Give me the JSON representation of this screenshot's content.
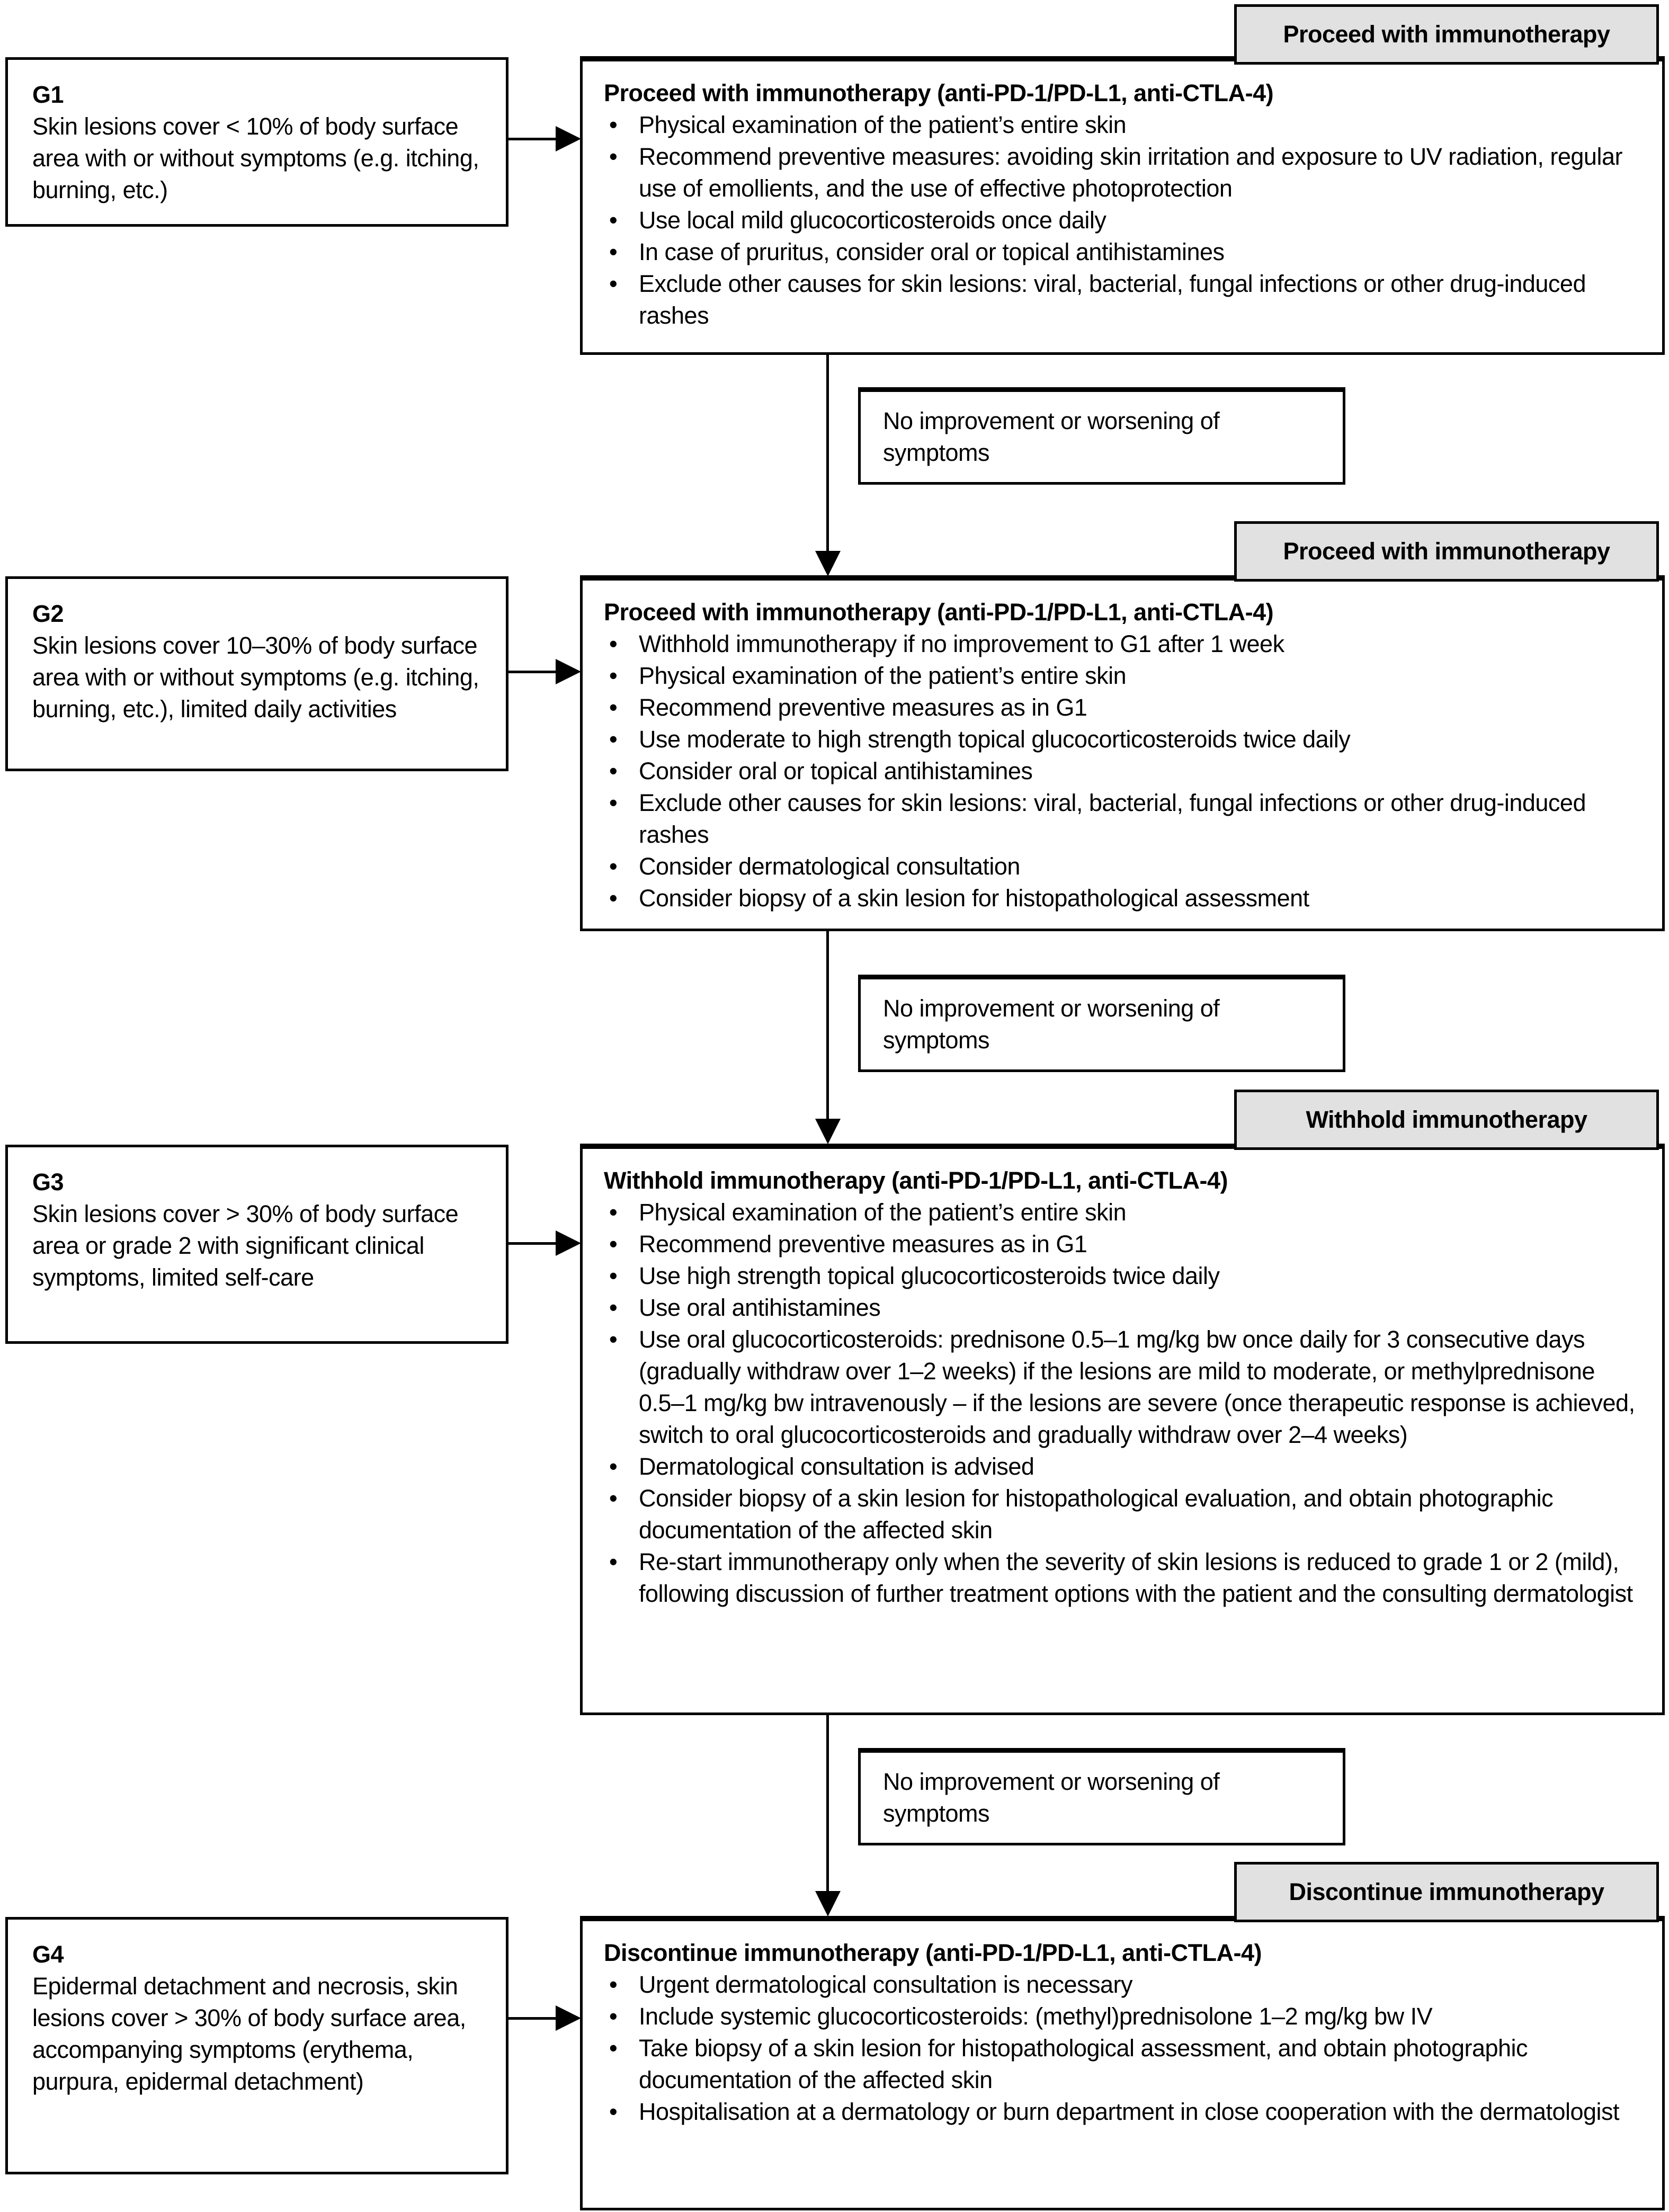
{
  "colors": {
    "tab_background": "#e1e1e1",
    "box_border": "#000000",
    "text": "#000000",
    "background": "#ffffff"
  },
  "stages": [
    {
      "grade": "G1",
      "criteria": "Skin lesions cover < 10% of body surface area with or without symptoms (e.g. itching, burning, etc.)",
      "tab": "Proceed with immunotherapy",
      "title": "Proceed with immunotherapy (anti-PD-1/PD-L1, anti-CTLA-4)",
      "bullets": [
        "Physical examination of the patient’s entire skin",
        "Recommend preventive measures: avoiding skin irritation and exposure to UV radiation, regular use of emollients, and the use of effective photoprotection",
        "Use local mild glucocorticosteroids once daily",
        "In case of pruritus, consider oral or topical antihistamines",
        "Exclude other causes for skin lesions: viral, bacterial, fungal infections or other drug-induced rashes"
      ]
    },
    {
      "grade": "G2",
      "criteria": "Skin lesions cover 10–30% of body surface area with or without symptoms (e.g. itching, burning, etc.), limited daily activities",
      "tab": "Proceed with immunotherapy",
      "title": "Proceed with immunotherapy (anti-PD-1/PD-L1, anti-CTLA-4)",
      "bullets": [
        "Withhold immunotherapy if no improvement to G1 after 1 week",
        "Physical examination of the patient’s entire skin",
        "Recommend preventive measures as in G1",
        "Use moderate to high strength topical glucocorticosteroids twice daily",
        "Consider oral or topical antihistamines",
        "Exclude other causes for skin lesions: viral, bacterial, fungal infections or other drug-induced rashes",
        "Consider dermatological consultation",
        "Consider biopsy of a skin lesion for histopathological assessment"
      ]
    },
    {
      "grade": "G3",
      "criteria": "Skin lesions cover > 30% of body surface area or grade 2 with significant clinical symptoms, limited self-care",
      "tab": "Withhold immunotherapy",
      "title": "Withhold immunotherapy (anti-PD-1/PD-L1, anti-CTLA-4)",
      "bullets": [
        "Physical examination of the patient’s entire skin",
        "Recommend preventive measures as in G1",
        "Use high strength topical glucocorticosteroids twice daily",
        "Use oral antihistamines",
        "Use oral glucocorticosteroids: prednisone 0.5–1 mg/kg bw once daily for 3 consecutive days (gradually withdraw over 1–2 weeks) if the lesions are mild to moderate, or methylprednisone 0.5–1 mg/kg bw intravenously – if the lesions are severe (once therapeutic response is achieved, switch to oral glucocorticosteroids and gradually withdraw over 2–4 weeks)",
        "Dermatological consultation is advised",
        "Consider biopsy of a skin lesion for histopathological evaluation, and obtain photographic documentation of the affected skin",
        "Re-start immunotherapy only when the severity of skin lesions is reduced to grade 1 or 2 (mild), following discussion of further treatment options with the patient and the consulting dermatologist"
      ]
    },
    {
      "grade": "G4",
      "criteria": "Epidermal detachment and necrosis, skin lesions cover > 30% of body surface area, accompanying symptoms (erythema, purpura, epidermal detachment)",
      "tab": "Discontinue immunotherapy",
      "title": "Discontinue immunotherapy (anti-PD-1/PD-L1, anti-CTLA-4)",
      "bullets": [
        "Urgent dermatological consultation is necessary",
        "Include systemic glucocorticosteroids: (methyl)prednisolone 1–2 mg/kg bw IV",
        "Take biopsy of a skin lesion for histopathological assessment, and obtain photographic documentation of the affected skin",
        "Hospitalisation at a dermatology or burn department in close cooperation with the dermatologist"
      ]
    }
  ],
  "connectors": [
    "No improvement or worsening of symptoms",
    "No improvement or worsening of symptoms",
    "No improvement or worsening of symptoms"
  ]
}
